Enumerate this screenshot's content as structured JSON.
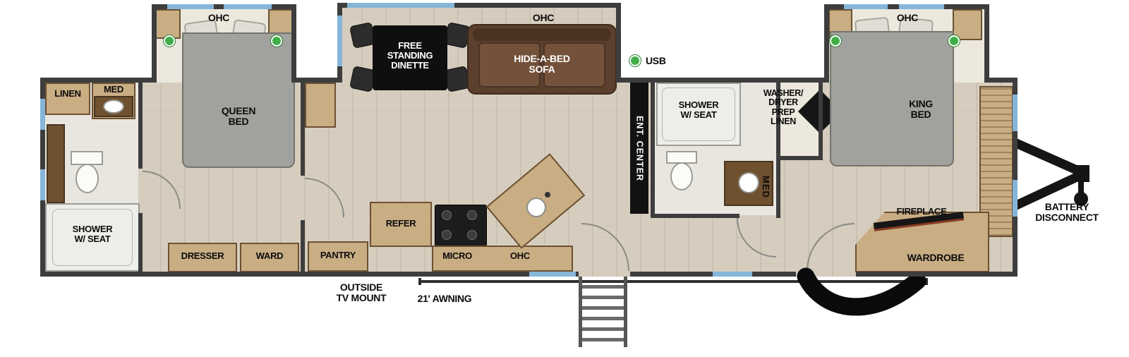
{
  "labels": {
    "ohc": "OHC",
    "linen": "LINEN",
    "med": "MED",
    "queen_bed": "QUEEN\nBED",
    "king_bed": "KING\nBED",
    "dinette": "FREE\nSTANDING\nDINETTE",
    "sofa": "HIDE-A-BED\nSOFA",
    "usb": "USB",
    "ent_center": "ENT. CENTER",
    "shower_w_seat": "SHOWER\nW/ SEAT",
    "washer_dryer_prep_linen": "WASHER/\nDRYER\nPREP\nLINEN",
    "fireplace": "FIREPLACE",
    "wardrobe": "WARDROBE",
    "battery_disconnect": "BATTERY\nDISCONNECT",
    "dresser": "DRESSER",
    "ward": "WARD",
    "pantry": "PANTRY",
    "refer": "REFER",
    "micro": "MICRO",
    "outside_tv_mount": "OUTSIDE\nTV MOUNT",
    "awning": "21' AWNING"
  },
  "icons": {
    "usb_marker": "green-dot",
    "window": "blue-strip"
  },
  "colors": {
    "wall": "#3d3d3d",
    "window": "#85b6d9",
    "floor": "#d6cdbe",
    "cabinet": "#c9ad83",
    "accent-green": "#3fae47"
  }
}
